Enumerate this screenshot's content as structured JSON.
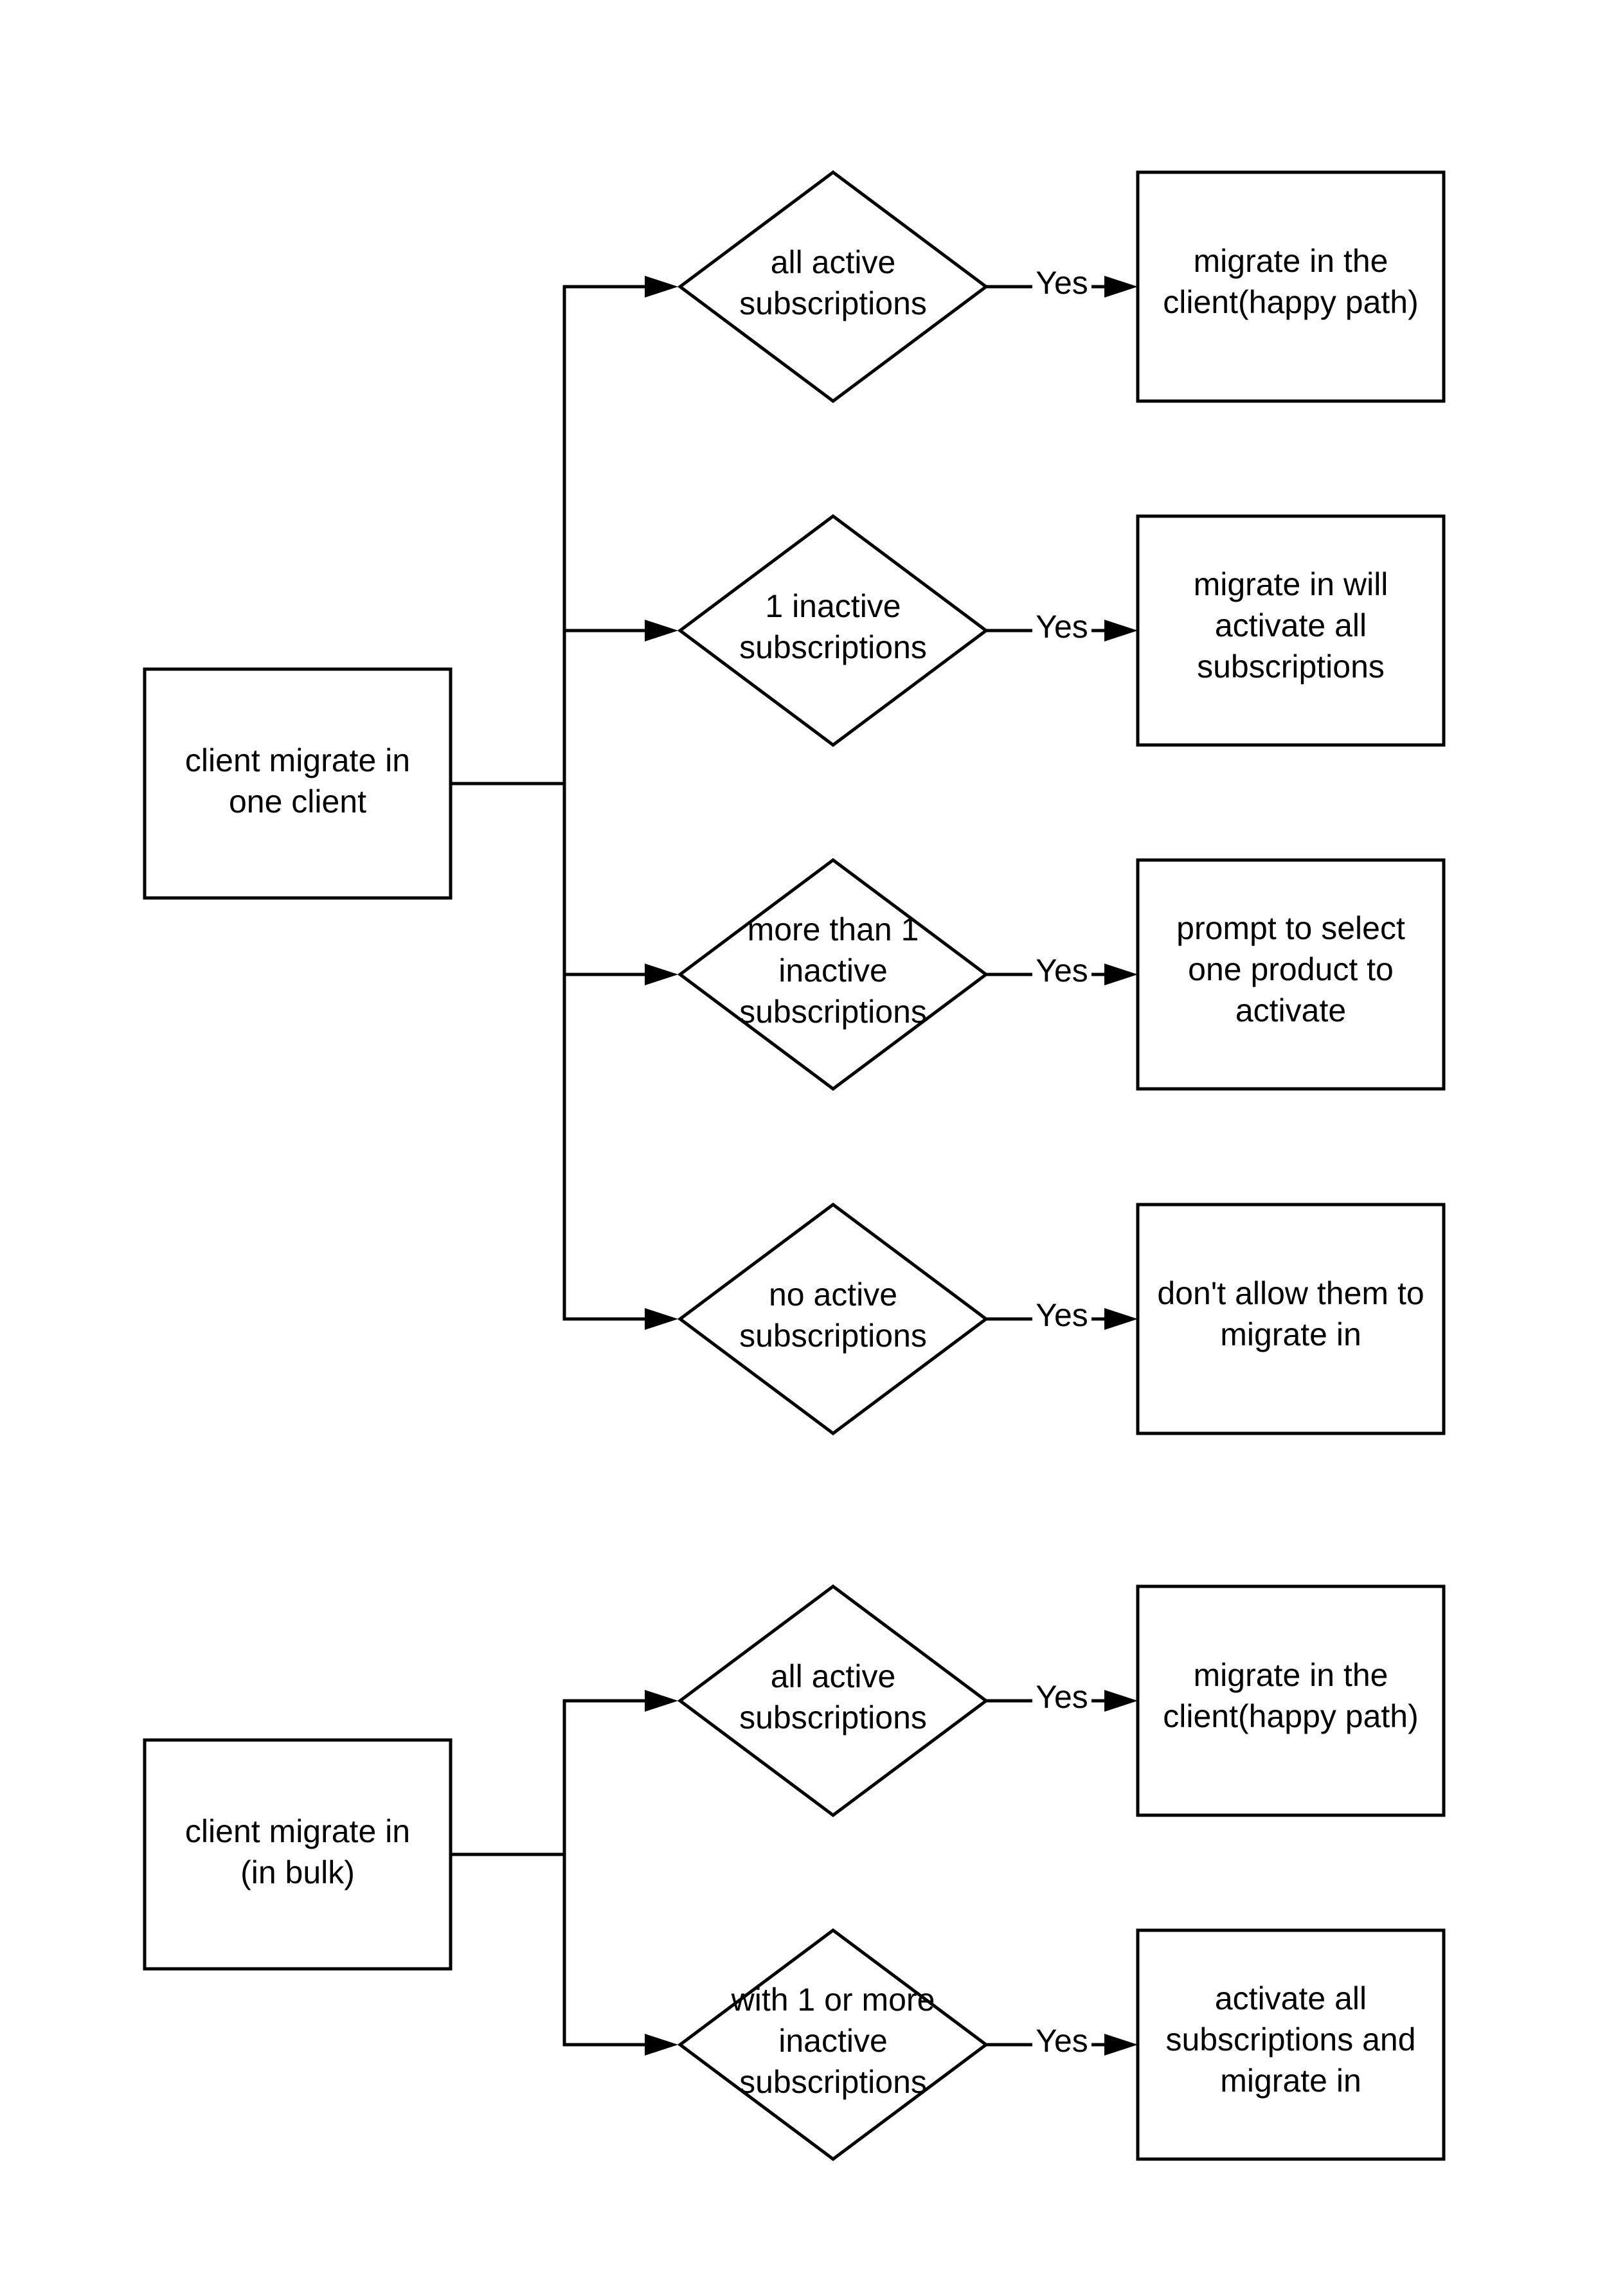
{
  "colors": {
    "stroke": "#000000",
    "fill": "#ffffff",
    "background": "#ffffff"
  },
  "flows": [
    {
      "start": {
        "lines": [
          "client migrate in",
          "one client"
        ]
      },
      "branches": [
        {
          "condition": [
            "all active",
            "subscriptions"
          ],
          "edge_label": "Yes",
          "outcome": [
            "migrate in the",
            "client(happy path)"
          ]
        },
        {
          "condition": [
            "1 inactive",
            "subscriptions"
          ],
          "edge_label": "Yes",
          "outcome": [
            "migrate in will",
            "activate all",
            "subscriptions"
          ]
        },
        {
          "condition": [
            "more than 1",
            "inactive",
            "subscriptions"
          ],
          "edge_label": "Yes",
          "outcome": [
            "prompt to select",
            "one product to",
            "activate"
          ]
        },
        {
          "condition": [
            "no active",
            "subscriptions"
          ],
          "edge_label": "Yes",
          "outcome": [
            "don't allow them to",
            "migrate in"
          ]
        }
      ]
    },
    {
      "start": {
        "lines": [
          "client migrate in",
          "(in bulk)"
        ]
      },
      "branches": [
        {
          "condition": [
            "all active",
            "subscriptions"
          ],
          "edge_label": "Yes",
          "outcome": [
            "migrate in the",
            "client(happy path)"
          ]
        },
        {
          "condition": [
            "with 1 or more",
            "inactive",
            "subscriptions"
          ],
          "edge_label": "Yes",
          "outcome": [
            "activate all",
            "subscriptions and",
            "migrate in"
          ]
        }
      ]
    }
  ]
}
